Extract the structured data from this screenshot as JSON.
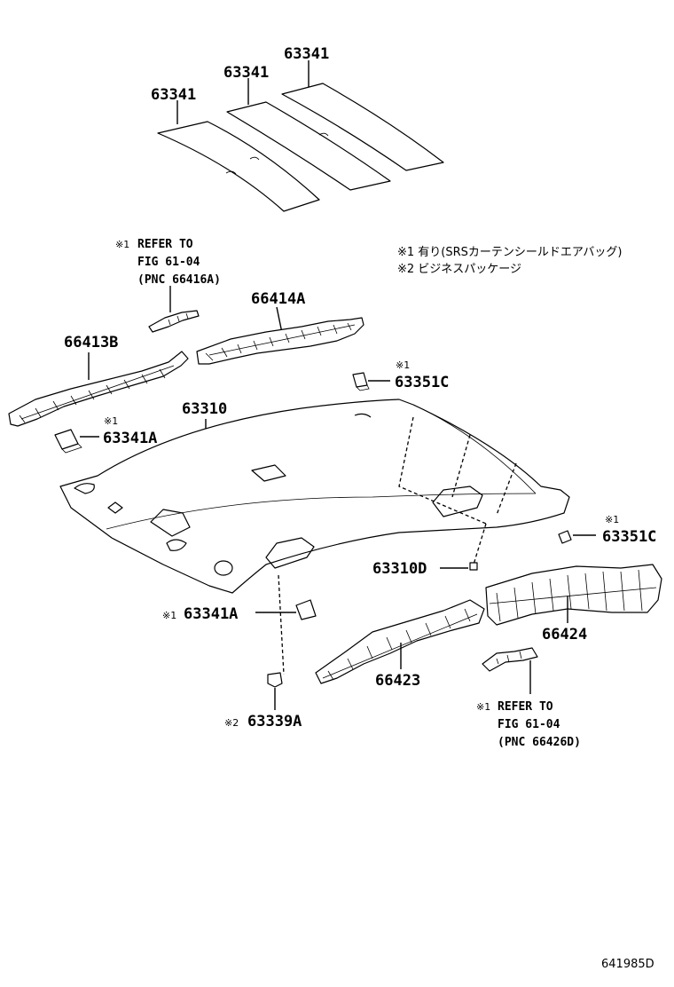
{
  "labels": {
    "p63341_a": "63341",
    "p63341_b": "63341",
    "p63341_c": "63341",
    "p66414A": "66414A",
    "p66413B": "66413B",
    "p63310": "63310",
    "p63351C_top": "63351C",
    "p63341A_top": "63341A",
    "p63341A_bot": "63341A",
    "p63310D": "63310D",
    "p63351C_right": "63351C",
    "p66424": "66424",
    "p66423": "66423",
    "p63339A": "63339A"
  },
  "marks": {
    "m63351C_top": "※1",
    "m63341A_top": "※1",
    "m63341A_bot": "※1",
    "m63351C_right": "※1",
    "m63339A": "※2"
  },
  "notes": {
    "left": {
      "mark": "※1",
      "line1": "REFER TO",
      "line2": "FIG 61-04",
      "line3": "(PNC 66416A)"
    },
    "right": {
      "mark": "※1",
      "line1": "REFER TO",
      "line2": "FIG 61-04",
      "line3": "(PNC 66426D)"
    }
  },
  "legend": {
    "line1": "※1 有り(SRSカーテンシールドエアバッグ)",
    "line2": "※2 ビジネスパッケージ"
  },
  "figure_code": "641985D"
}
